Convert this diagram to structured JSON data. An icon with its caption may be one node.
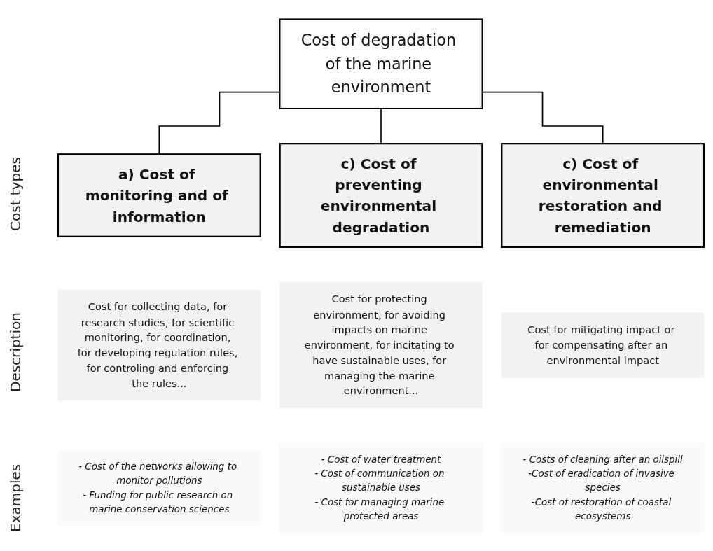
{
  "diagram": {
    "nodes": [
      {
        "text": [
          "Cost of degradation of the marine environment"
        ]
      },
      {
        "text": [
          "a) Cost of monitoring and of information"
        ]
      },
      {
        "text": [
          "c) Cost of preventing environmental degradation"
        ]
      },
      {
        "text": [
          "c) Cost of environmental restoration and remediation"
        ]
      },
      {
        "text": [
          "Cost for collecting data, for research studies, for scientific monitoring, for coordination, for developing regulation rules, for controling and enforcing the rules..."
        ]
      },
      {
        "text": [
          "Cost for protecting environment, for avoiding impacts on marine environment, for incitating to have sustainable uses, for managing the marine environment..."
        ]
      },
      {
        "text": [
          "Cost for mitigating impact or for compensating after an environmental impact"
        ]
      },
      {
        "text": [
          "- Cost of the networks allowing to monitor pollutions",
          "- Funding for public research on marine conservation sciences"
        ]
      },
      {
        "text": [
          "- Cost of water treatment",
          "- Cost of communication on sustainable uses",
          "- Cost for managing marine protected areas"
        ]
      },
      {
        "text": [
          "- Costs of cleaning after an oilspill",
          "-Cost of eradication of invasive species",
          "-Cost of restoration of coastal ecosystems"
        ]
      }
    ],
    "edges": [
      {
        "from": 0,
        "to": 1,
        "arrow": "none"
      },
      {
        "from": 0,
        "to": 2,
        "arrow": "none"
      },
      {
        "from": 0,
        "to": 3,
        "arrow": "none"
      }
    ],
    "labels": [
      "Cost types",
      "Description",
      "Examples"
    ]
  }
}
